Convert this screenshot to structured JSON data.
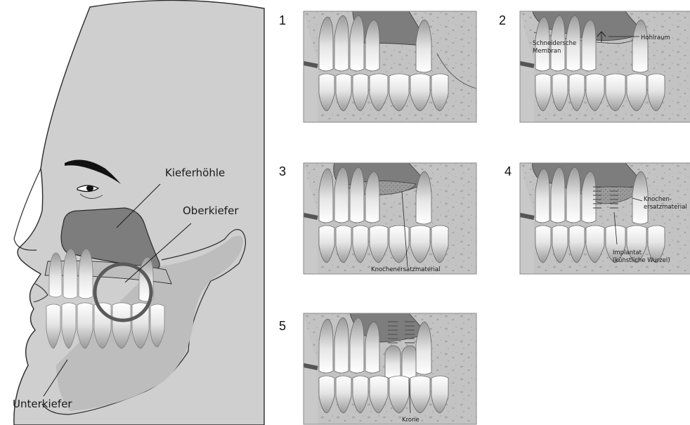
{
  "main_figure": {
    "labels": {
      "sinus": "Kieferhöhle",
      "maxilla": "Oberkiefer",
      "mandible": "Unterkiefer"
    }
  },
  "panels": [
    {
      "number": "1",
      "annotations": []
    },
    {
      "number": "2",
      "annotations": [
        "Schneidersche",
        "Membran",
        "Hohlraum"
      ]
    },
    {
      "number": "3",
      "annotations": [
        "Knochenersatzmaterial"
      ]
    },
    {
      "number": "4",
      "annotations": [
        "Knochen-",
        "ersatzmaterial",
        "Implantat",
        "(künstliche Wurzel)"
      ]
    },
    {
      "number": "5",
      "annotations": [
        "Krone"
      ]
    }
  ],
  "colors": {
    "skin": "#cfcfcf",
    "sinus": "#7d7d7d",
    "bone": "#c2c2c2",
    "outline": "#2a2a2a",
    "circle": "#5a5a5a",
    "tooth": "#ffffff",
    "background": "#ffffff"
  }
}
